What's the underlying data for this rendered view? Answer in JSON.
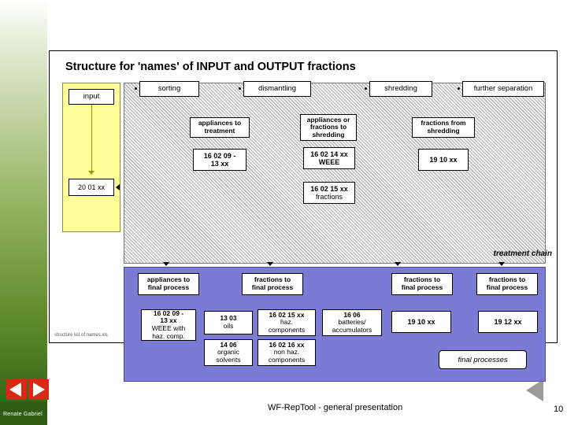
{
  "slide": {
    "footer_author": "Renate Gabriel",
    "footer_center": "WF-RepTool - general presentation",
    "number": "10",
    "nav": {
      "prev_label": "previous-slide",
      "next_label": "next-slide",
      "back_label": "back"
    }
  },
  "diagram": {
    "title": "Structure for 'names' of INPUT and OUTPUT fractions",
    "caption": "structure list of names.xls",
    "treatment_chain_label": "treatment chain",
    "final_processes_label": "final processes",
    "input_panel": {
      "header": "input",
      "code_box": "20 01 xx"
    },
    "process_headers": [
      {
        "label": "sorting"
      },
      {
        "label": "dismantling"
      },
      {
        "label": "shredding"
      },
      {
        "label": "further separation"
      }
    ],
    "mid_name_boxes": [
      {
        "l1": "appliances to",
        "l2": "treatment"
      },
      {
        "l1": "appliances or",
        "l2": "fractions to",
        "l3": "shredding"
      },
      {
        "l1": "fractions from",
        "l2": "shredding"
      }
    ],
    "mid_code_boxes": [
      {
        "l1": "16 02 09 -",
        "l2": "13 xx"
      },
      {
        "l1": "16 02 14 xx",
        "l2": "WEEE"
      },
      {
        "l1": "16 02 15 xx",
        "l2": "fractions"
      },
      {
        "l1": "19 10 xx"
      }
    ],
    "out_name_boxes": [
      {
        "l1": "appliances to",
        "l2": "final process"
      },
      {
        "l1": "fractions to",
        "l2": "final process"
      },
      {
        "l1": "fractions to",
        "l2": "final process"
      },
      {
        "l1": "fractions to",
        "l2": "final process"
      }
    ],
    "out_code_boxes": [
      {
        "l1": "16 02 09 -",
        "l2": "13 xx",
        "l3": "WEEE with",
        "l4": "haz. comp."
      },
      {
        "l1": "13 03",
        "l2": "oils"
      },
      {
        "l1": "14 06",
        "l2": "organic",
        "l3": "solvents"
      },
      {
        "l1": "16 02 15 xx",
        "l2": "haz.",
        "l3": "components"
      },
      {
        "l1": "16 02 16 xx",
        "l2": "non haz.",
        "l3": "components"
      },
      {
        "l1": "16 06",
        "l2": "batteries/",
        "l3": "accumulators"
      },
      {
        "l1": "19 10 xx"
      },
      {
        "l1": "19 12 xx"
      }
    ]
  }
}
